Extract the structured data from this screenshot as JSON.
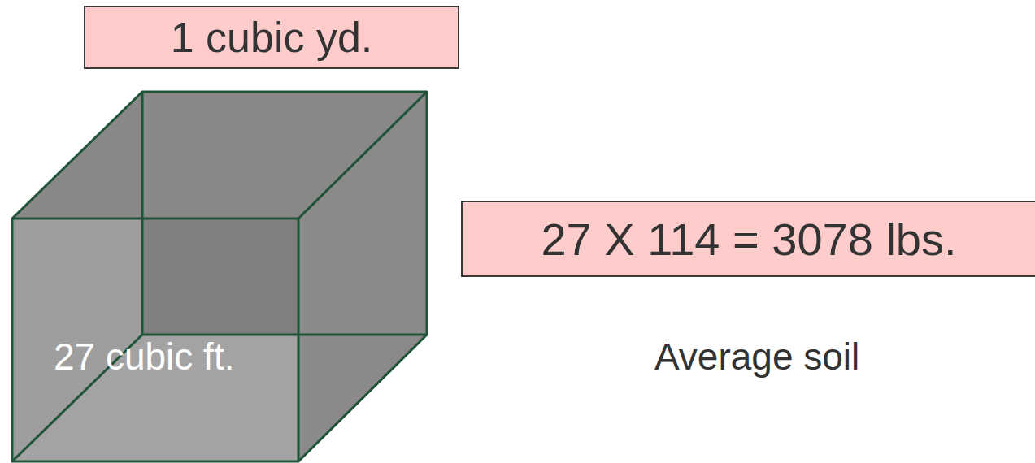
{
  "diagram": {
    "nodes": [
      {
        "text": [
          "1 cubic yd."
        ]
      },
      {
        "text": [
          "27 X 114 = 3078 lbs."
        ]
      }
    ],
    "labels": [
      "27 cubic ft.",
      "Average soil"
    ]
  }
}
